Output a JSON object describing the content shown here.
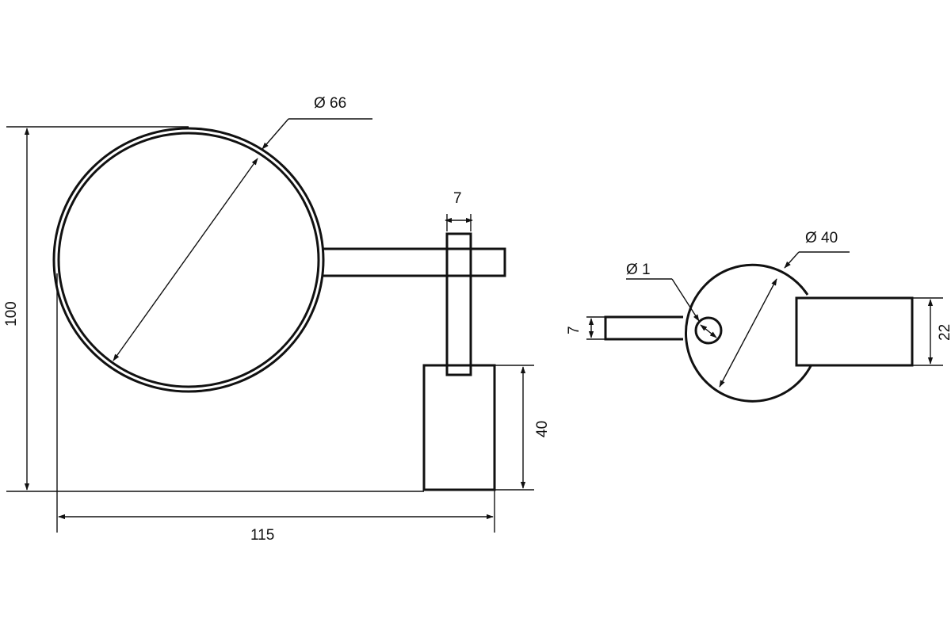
{
  "labels": {
    "lens_diameter": "Ø 66",
    "clamp_width": "7",
    "total_height": "100",
    "base_height": "40",
    "total_length": "115",
    "hole_diameter": "Ø 1",
    "head_diameter": "Ø 40",
    "stem_thickness": "7",
    "block_height": "22"
  },
  "colors": {
    "line": "#111111",
    "background": "#ffffff"
  }
}
